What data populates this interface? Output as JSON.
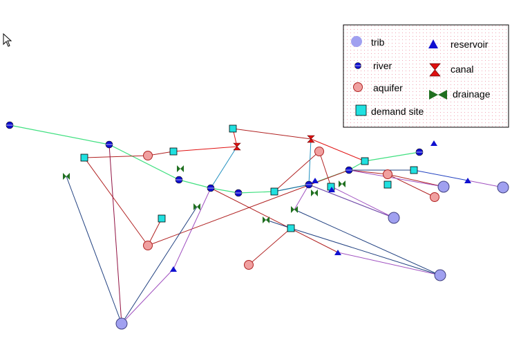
{
  "legend": {
    "items": [
      {
        "key": "trib",
        "label": "trib"
      },
      {
        "key": "river",
        "label": "river"
      },
      {
        "key": "aquifer",
        "label": "aquifer"
      },
      {
        "key": "demand",
        "label": "demand site"
      },
      {
        "key": "reservoir",
        "label": "reservoir"
      },
      {
        "key": "canal",
        "label": "canal"
      },
      {
        "key": "drainage",
        "label": "drainage"
      }
    ]
  },
  "colors": {
    "trib": "#a0a0f0",
    "river": "#1010d0",
    "aquifer": "#f0a0a0",
    "demand": "#20e0e0",
    "reservoir": "#1010d0",
    "canal": "#e01010",
    "drainage": "#207020",
    "line_green": "#40e080",
    "line_red": "#b02020",
    "line_blue": "#2070b0",
    "line_purple": "#a050c0",
    "line_navy": "#204080",
    "line_maroon": "#901040",
    "legend_dots": "#f0a0b0"
  },
  "icons": {
    "pointer": "mouse-pointer-icon"
  }
}
